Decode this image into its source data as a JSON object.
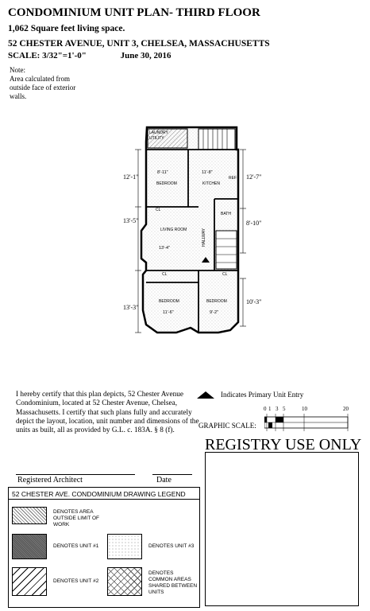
{
  "header": {
    "title": "CONDOMINIUM UNIT PLAN- THIRD FLOOR",
    "area": "1,062 Square feet living space.",
    "address": "52 CHESTER AVENUE, UNIT 3, CHELSEA, MASSACHUSETTS",
    "scale": "SCALE: 3/32\"=1'-0\"",
    "date": "June 30, 2016"
  },
  "note": {
    "label": "Note:",
    "text": "Area calculated from outside face of exterior walls."
  },
  "plan": {
    "rooms": {
      "laundry": "LAUNDRY",
      "utility": "UTILITY",
      "bedroom1": "BEDROOM",
      "kitchen": "KITCHEN",
      "living": "LIVING ROOM",
      "hallway": "HALLWAY",
      "bedroom2": "BEDROOM",
      "bedroom3": "BEDROOM",
      "closet": "CL",
      "bath": "BATH",
      "ref": "REF"
    },
    "dims": {
      "d_top_left_w": "8'-11\"",
      "d_top_right_w": "11'-8\"",
      "d_left_1": "12'-1\"",
      "d_right_1": "12'-7\"",
      "d_left_2": "13'-5\"",
      "d_right_2": "8'-10\"",
      "d_living_w": "13'-4\"",
      "d_left_3": "13'-3\"",
      "d_right_3": "10'-3\"",
      "d_bed2_w": "11'-6\"",
      "d_bed3_w": "9'-2\""
    }
  },
  "certification": "I hereby certify that this plan depicts, 52 Chester Avenue Condominium, located at 52 Chester Avenue, Chelsea, Massachusetts.  I certify that such plans fully and accurately depict the layout, location, unit number and dimensions of the units as built, all as provided by G.L. c. 183A. § 8 (f).",
  "primary_entry": "Indicates Primary Unit Entry",
  "graphic_scale": {
    "label": "GRAPHIC SCALE:",
    "ticks": [
      "0",
      "1",
      "3",
      "5",
      "10",
      "20"
    ]
  },
  "registry": "REGISTRY USE ONLY",
  "signature": {
    "architect": "Registered Architect",
    "date": "Date"
  },
  "legend": {
    "title": "52 CHESTER AVE. CONDOMINIUM DRAWING LEGEND",
    "items": [
      {
        "text": "DENOTES AREA OUTSIDE LIMIT OF WORK"
      },
      {
        "text": "DENOTES UNIT #1"
      },
      {
        "text": "DENOTES UNIT #3"
      },
      {
        "text": "DENOTES UNIT #2"
      },
      {
        "text": "DENOTES COMMON AREAS SHARED BETWEEN UNITS"
      }
    ]
  }
}
